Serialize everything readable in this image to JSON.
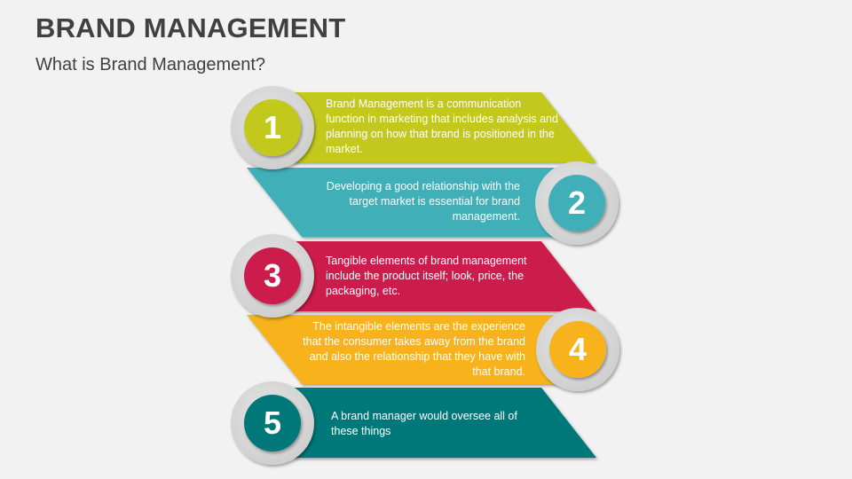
{
  "header": {
    "title": "BRAND MANAGEMENT",
    "subtitle": "What is Brand Management?"
  },
  "colors": {
    "background": "#f2f2f2",
    "title": "#404040",
    "ring": "#d9d9d9",
    "step1": "#c3c91f",
    "step2": "#3fafb8",
    "step3": "#cc1b4c",
    "step4": "#f7b21b",
    "step5": "#00787a"
  },
  "steps": [
    {
      "number": "1",
      "text": "Brand Management is a communication function in marketing that includes analysis and planning on how that brand is positioned in the market."
    },
    {
      "number": "2",
      "text": "Developing a good relationship with the target market is essential for brand management."
    },
    {
      "number": "3",
      "text": "Tangible elements of brand management include the product itself; look, price, the packaging, etc."
    },
    {
      "number": "4",
      "text": "The intangible elements are the experience that the consumer takes away from the brand and also the relationship that they have with that brand."
    },
    {
      "number": "5",
      "text": "A brand manager would oversee all of these things"
    }
  ]
}
